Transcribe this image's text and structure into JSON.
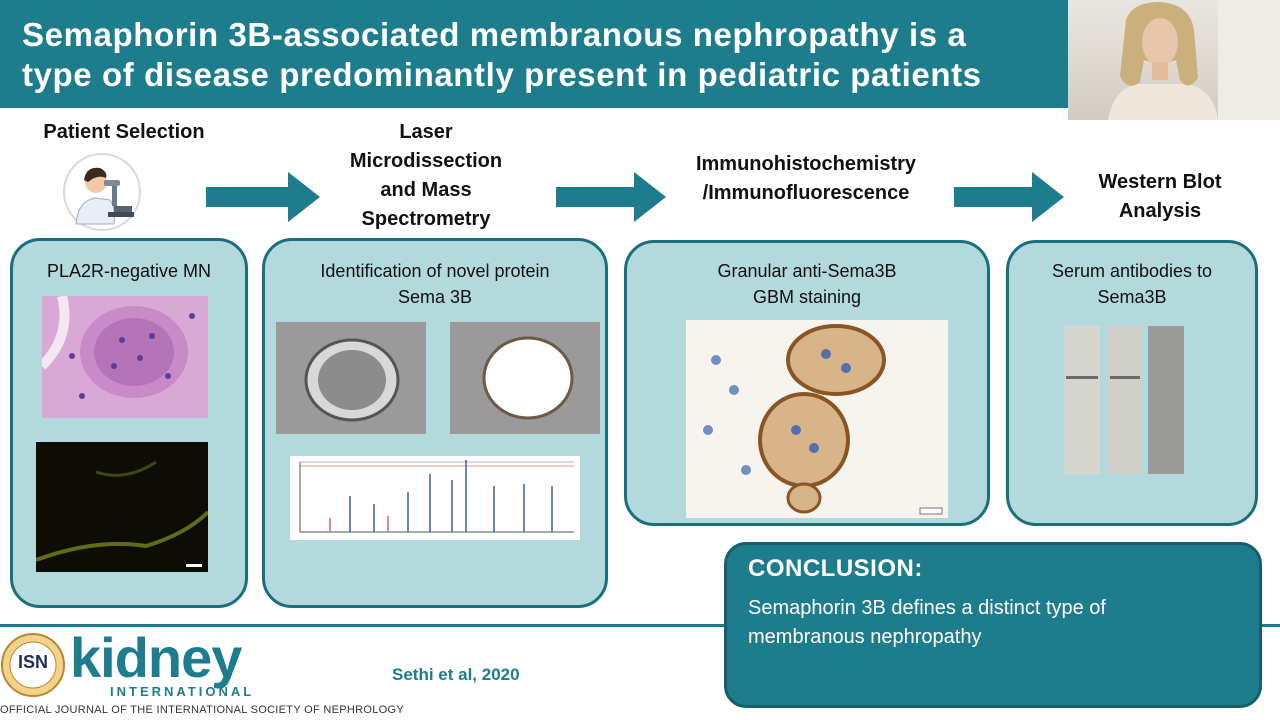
{
  "slide": {
    "title_line1": "Semaphorin 3B-associated membranous nephropathy is a",
    "title_line2": "type of disease predominantly present in pediatric patients"
  },
  "steps": [
    {
      "heading": "Patient Selection"
    },
    {
      "heading_lines": [
        "Laser",
        "Microdissection",
        "and Mass",
        "Spectrometry"
      ]
    },
    {
      "heading_lines": [
        "Immunohistochemistry",
        "/Immunofluorescence"
      ]
    },
    {
      "heading_lines": [
        "Western Blot",
        "Analysis"
      ]
    }
  ],
  "panels": [
    {
      "label": "PLA2R-negative MN"
    },
    {
      "label_lines": [
        "Identification of novel protein",
        "Sema 3B"
      ]
    },
    {
      "label_lines": [
        "Granular anti-Sema3B",
        "GBM staining"
      ]
    },
    {
      "label_lines": [
        "Serum antibodies to",
        "Sema3B"
      ]
    }
  ],
  "conclusion": {
    "title": "CONCLUSION:",
    "text": "Semaphorin 3B defines a distinct type of membranous nephropathy"
  },
  "citation": "Sethi et al, 2020",
  "journal": {
    "seal": "ISN",
    "name": "kidney",
    "subtitle": "INTERNATIONAL",
    "tagline": "OFFICIAL JOURNAL OF THE INTERNATIONAL SOCIETY OF NEPHROLOGY"
  },
  "icons": {
    "scientist": "scientist-microscope-icon",
    "arrow": "arrow-right-icon"
  },
  "colors": {
    "brand_teal": "#1e7d8c",
    "panel_fill": "#b3d9dd",
    "panel_border": "#1a6f7d"
  }
}
